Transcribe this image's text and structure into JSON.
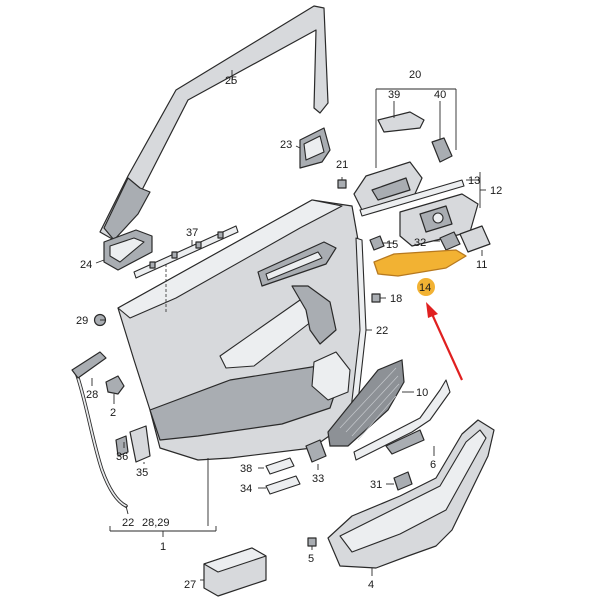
{
  "labels": {
    "l1": "1",
    "l2": "2",
    "l4": "4",
    "l5": "5",
    "l6": "6",
    "l10": "10",
    "l11": "11",
    "l12": "12",
    "l13": "13",
    "l14": "14",
    "l15": "15",
    "l18": "18",
    "l20": "20",
    "l21": "21",
    "l22a": "22",
    "l22b": "22",
    "l23": "23",
    "l24": "24",
    "l25": "25",
    "l27": "27",
    "l28": "28",
    "l2829": "28,29",
    "l29": "29",
    "l31": "31",
    "l32": "32",
    "l33": "33",
    "l34": "34",
    "l35": "35",
    "l36": "36",
    "l37": "37",
    "l38": "38",
    "l39": "39",
    "l40": "40"
  },
  "highlight": {
    "part_number": "14",
    "color": "#f2b233",
    "arrow_color": "#e02020"
  }
}
